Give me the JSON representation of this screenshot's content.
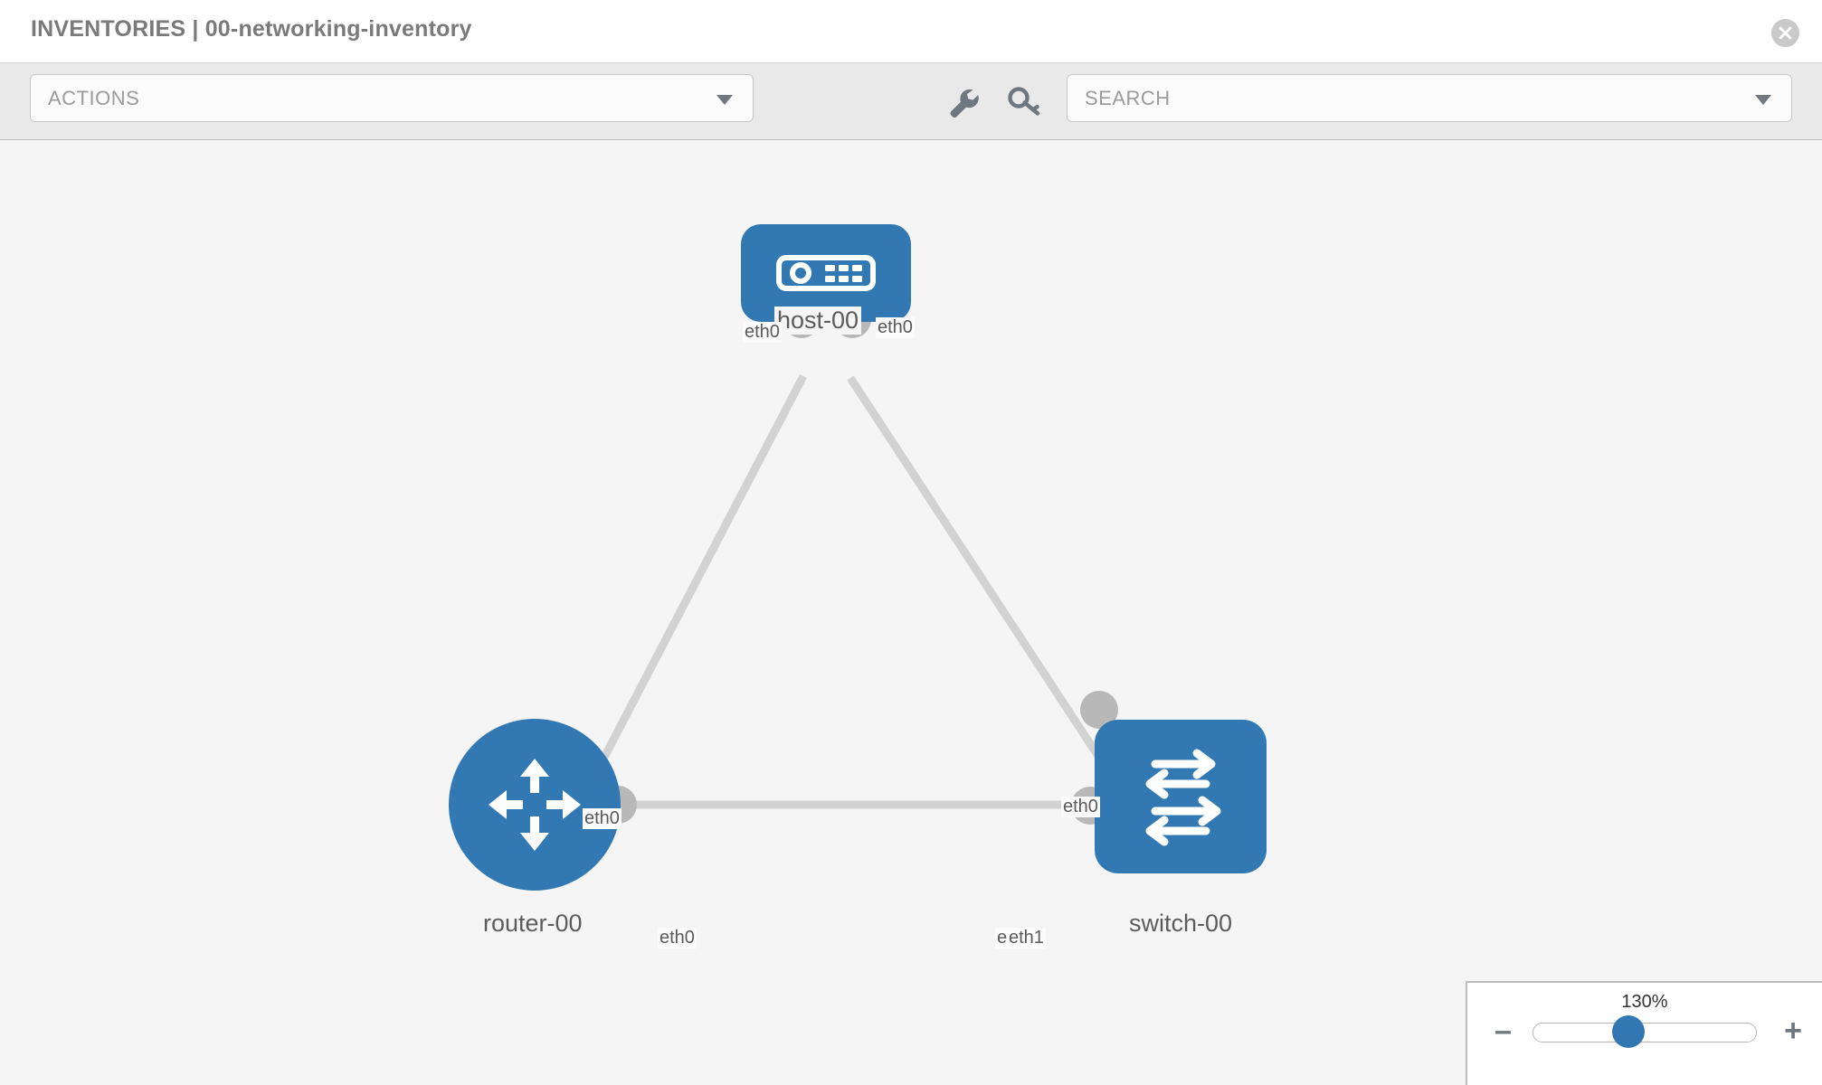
{
  "header": {
    "title": "INVENTORIES | 00-networking-inventory",
    "close_icon": "close-icon"
  },
  "toolbar": {
    "actions_label": "ACTIONS",
    "actions_caret_icon": "chevron-down-icon",
    "wrench_icon": "wrench-icon",
    "key_icon": "key-icon",
    "search_placeholder": "SEARCH",
    "search_caret_icon": "chevron-down-icon"
  },
  "topology": {
    "nodes": [
      {
        "id": "host-00",
        "label": "host-00",
        "type": "host",
        "icon": "server-icon"
      },
      {
        "id": "router-00",
        "label": "router-00",
        "type": "router",
        "icon": "router-arrows-icon"
      },
      {
        "id": "switch-00",
        "label": "switch-00",
        "type": "switch",
        "icon": "switch-arrows-icon"
      }
    ],
    "interface_labels": {
      "host_left": "eth0",
      "host_right": "eth0",
      "router_uplink": "eth0",
      "switch_uplink": "eth0",
      "router_right": "eth0",
      "switch_left_hidden": "eth0",
      "switch_left": "eth1"
    },
    "links": [
      {
        "from": "router-00",
        "to": "host-00",
        "from_iface": "eth0",
        "to_iface": "eth0"
      },
      {
        "from": "host-00",
        "to": "switch-00",
        "from_iface": "eth0",
        "to_iface": "eth0"
      },
      {
        "from": "router-00",
        "to": "switch-00",
        "from_iface": "eth0",
        "to_iface": "eth1"
      }
    ]
  },
  "zoom_control": {
    "level": "130%",
    "minus_label": "–",
    "plus_label": "+",
    "minus_icon": "minus-icon",
    "plus_icon": "plus-icon"
  },
  "colors": {
    "node_blue": "#3279b4",
    "link_gray": "#d2d2d2",
    "port_gray": "#b8b8b8",
    "canvas_bg": "#f5f5f5",
    "toolbar_bg": "#e9e9e9"
  }
}
